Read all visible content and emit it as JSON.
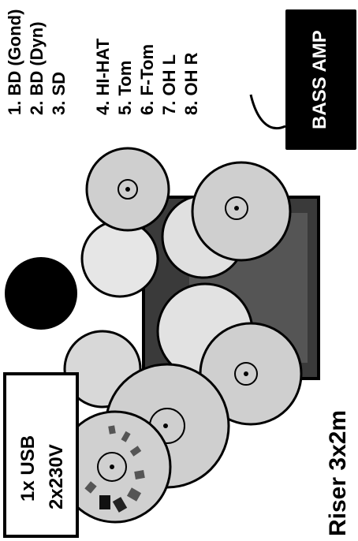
{
  "channels": [
    "1. BD (Gond)",
    "2. BD (Dyn)",
    "3. SD",
    "4. HI-HAT",
    "5. Tom",
    "6. F-Tom",
    "7. OH L",
    "8. OH R"
  ],
  "bass_amp": {
    "label": "BASS AMP"
  },
  "power": {
    "line1": "1x USB",
    "line2": "2x230V"
  },
  "riser": {
    "label": "Riser 3x2m"
  }
}
